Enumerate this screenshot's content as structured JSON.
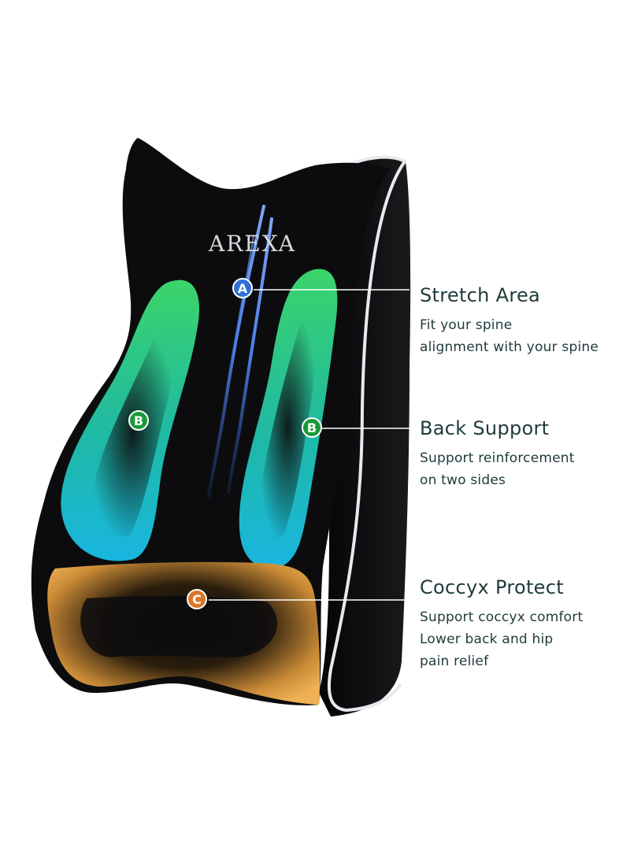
{
  "brand": {
    "logo_text": "AREXA"
  },
  "markers": [
    {
      "letter": "A",
      "color": "#2f6fd6"
    },
    {
      "letter": "B",
      "color": "#1a9a3a"
    },
    {
      "letter": "C",
      "color": "#d9782c"
    }
  ],
  "features": [
    {
      "marker": "A",
      "title": "Stretch Area",
      "lines": [
        "Fit your spine",
        "alignment with your spine"
      ]
    },
    {
      "marker": "B",
      "title": "Back Support",
      "lines": [
        "Support reinforcement",
        "on two sides"
      ]
    },
    {
      "marker": "C",
      "title": "Coccyx Protect",
      "lines": [
        "Support coccyx comfort",
        "Lower back and hip",
        "pain relief"
      ]
    }
  ],
  "colors": {
    "cushion_body": "#0c0c0e",
    "piping": "#e8e8ee",
    "side_zone_top": "#3bd46a",
    "side_zone_bottom": "#19b6e0",
    "bottom_zone": "#e8a742",
    "spine_lines": "#4d7fe8",
    "text": "#1f3a3a"
  }
}
